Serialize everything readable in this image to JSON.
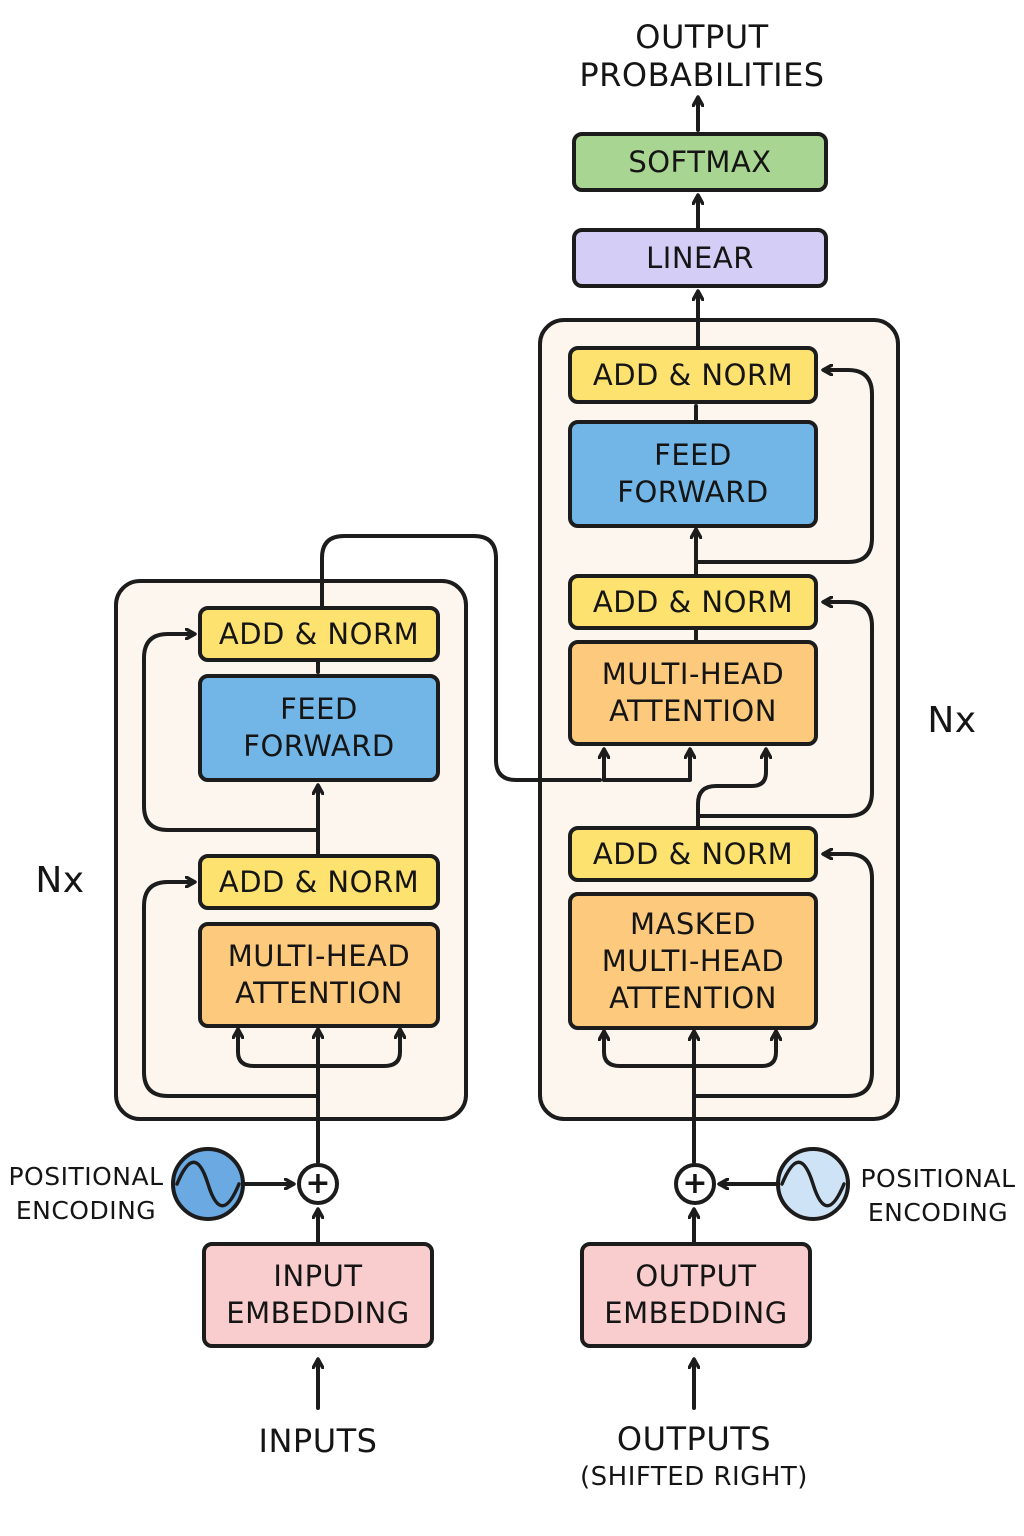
{
  "colors": {
    "add_norm": "#fde26f",
    "feed_forward": "#72b6e8",
    "attention": "#fcc97d",
    "embedding": "#f9cdcd",
    "linear": "#d4cdf6",
    "softmax": "#a9d592",
    "stack_bg": "#fcf6ef",
    "posenc_encoder": "#6aa9e2",
    "posenc_decoder": "#cfe3f6"
  },
  "encoder": {
    "repeat_label": "Nx",
    "add_norm_top": "ADD & NORM",
    "feed_forward": "FEED\nFORWARD",
    "add_norm_bottom": "ADD & NORM",
    "attention": "MULTI-HEAD\nATTENTION",
    "positional_encoding": "POSITIONAL\nENCODING",
    "embedding": "INPUT\nEMBEDDING",
    "input_label": "INPUTS"
  },
  "decoder": {
    "repeat_label": "Nx",
    "add_norm_top": "ADD & NORM",
    "feed_forward": "FEED\nFORWARD",
    "add_norm_middle": "ADD & NORM",
    "cross_attention": "MULTI-HEAD\nATTENTION",
    "add_norm_bottom": "ADD & NORM",
    "masked_attention": "MASKED\nMULTI-HEAD\nATTENTION",
    "positional_encoding": "POSITIONAL\nENCODING",
    "embedding": "OUTPUT\nEMBEDDING",
    "input_label": "OUTPUTS",
    "input_sublabel": "(SHIFTED RIGHT)"
  },
  "head": {
    "linear": "LINEAR",
    "softmax": "SOFTMAX",
    "output_label": "OUTPUT\nPROBABILITIES"
  }
}
